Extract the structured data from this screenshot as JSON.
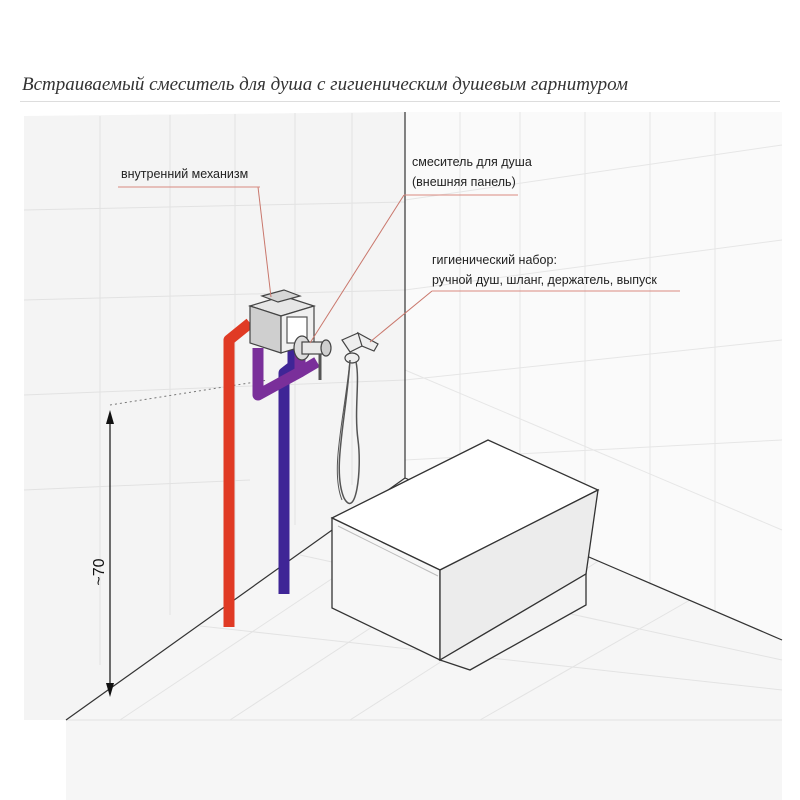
{
  "title": "Встраиваемый смеситель для душа с гигиеническим душевым гарнитуром",
  "labels": {
    "mechanism": "внутренний механизм",
    "mixer_line1": "смеситель для душа",
    "mixer_line2": "(внешняя панель)",
    "hygienic_line1": "гигиенический набор:",
    "hygienic_line2": "ручной душ, шланг, держатель, выпуск"
  },
  "dimension": "~70",
  "colors": {
    "hot_pipe": "#e03a24",
    "cold_pipe": "#3f2596",
    "mixed_pipe": "#7a2f9a",
    "leader_lines": "#c9776c",
    "label_underline": "#d98a80"
  }
}
